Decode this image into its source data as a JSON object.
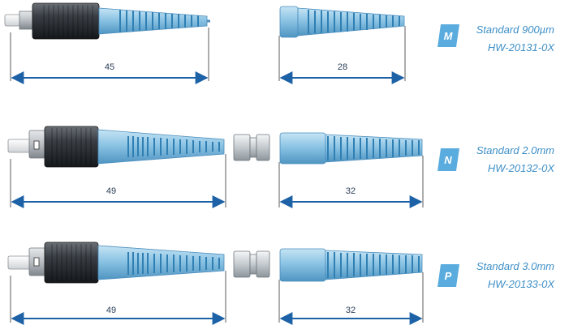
{
  "colors": {
    "dimension": "#1d62a6",
    "boot_fill": "#8cc4e4",
    "boot_dark": "#5aa3cf",
    "boot_teeth": "#2f7fb3",
    "nut_dark": "#2f3338",
    "ferrule": "#f2f2f2",
    "badge": "#5aacdf",
    "spec_text": "#3e8fc7",
    "dim_text": "#2b3e57"
  },
  "rows": [
    {
      "badge": "M",
      "spec_title": "Standard 900µm",
      "part_number": "HW-20131-0X",
      "connector_length": "45",
      "boot_length": "28",
      "has_crimp_sleeve": false
    },
    {
      "badge": "N",
      "spec_title": "Standard 2.0mm",
      "part_number": "HW-20132-0X",
      "connector_length": "49",
      "boot_length": "32",
      "has_crimp_sleeve": true
    },
    {
      "badge": "P",
      "spec_title": "Standard 3.0mm",
      "part_number": "HW-20133-0X",
      "connector_length": "49",
      "boot_length": "32",
      "has_crimp_sleeve": true
    }
  ]
}
